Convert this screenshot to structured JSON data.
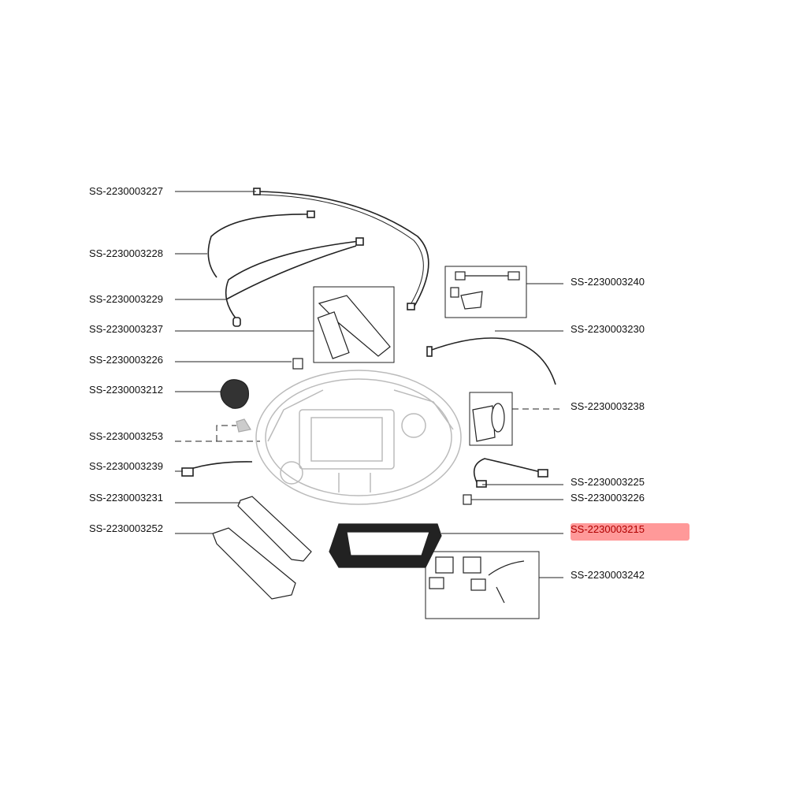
{
  "diagram": {
    "left_parts": [
      {
        "code": "SS-2230003227"
      },
      {
        "code": "SS-2230003228"
      },
      {
        "code": "SS-2230003229"
      },
      {
        "code": "SS-2230003237"
      },
      {
        "code": "SS-2230003226"
      },
      {
        "code": "SS-2230003212"
      },
      {
        "code": "SS-2230003253"
      },
      {
        "code": "SS-2230003239"
      },
      {
        "code": "SS-2230003231"
      },
      {
        "code": "SS-2230003252"
      }
    ],
    "right_parts": [
      {
        "code": "SS-2230003240"
      },
      {
        "code": "SS-2230003230"
      },
      {
        "code": "SS-2230003238"
      },
      {
        "code": "SS-2230003225"
      },
      {
        "code": "SS-2230003226"
      },
      {
        "code": "SS-2230003215",
        "selected": true
      },
      {
        "code": "SS-2230003242"
      }
    ],
    "highlight_color": "#ff4646"
  }
}
